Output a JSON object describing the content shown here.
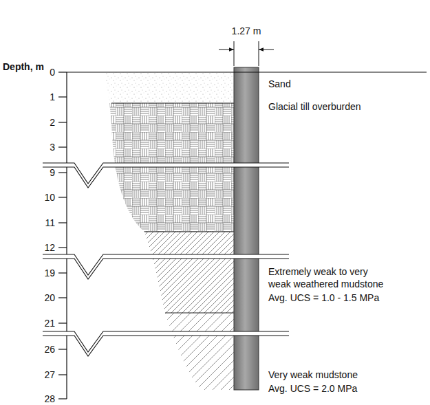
{
  "diagram": {
    "labels": [
      "1.27 m",
      "Depth, m",
      "0",
      "1",
      "2",
      "3",
      "9",
      "10",
      "11",
      "12",
      "19",
      "20",
      "21",
      "26",
      "27",
      "28",
      "Sand",
      "Glacial till overburden",
      "Extremely weak to very weak weathered mudstone",
      "Avg. UCS = 1.0 - 1.5 MPa",
      "Very weak mudstone",
      "Avg. UCS = 2.0 MPa"
    ]
  }
}
